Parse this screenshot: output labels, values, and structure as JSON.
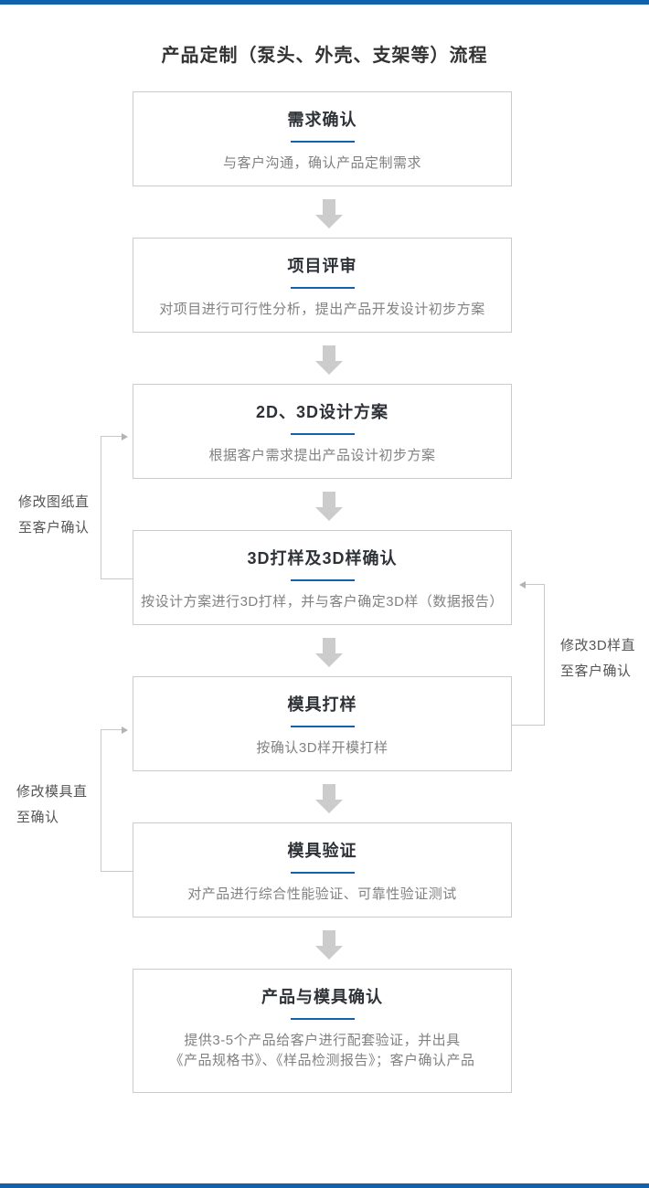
{
  "page": {
    "title": "产品定制（泵头、外壳、支架等）流程",
    "accent_color": "#1261ad",
    "box_border_color": "#cccccc",
    "arrow_color": "#cccccc",
    "connector_color": "#c8c8c8"
  },
  "steps": [
    {
      "title": "需求确认",
      "desc": "与客户沟通，确认产品定制需求"
    },
    {
      "title": "项目评审",
      "desc": "对项目进行可行性分析，提出产品开发设计初步方案"
    },
    {
      "title": "2D、3D设计方案",
      "desc": "根据客户需求提出产品设计初步方案"
    },
    {
      "title": "3D打样及3D样确认",
      "desc": "按设计方案进行3D打样，并与客户确定3D样（数据报告）"
    },
    {
      "title": "模具打样",
      "desc": "按确认3D样开模打样"
    },
    {
      "title": "模具验证",
      "desc": "对产品进行综合性能验证、可靠性验证测试"
    },
    {
      "title": "产品与模具确认",
      "desc": "提供3-5个产品给客户进行配套验证，并出具\n《产品规格书》、《样品检测报告》；客户确认产品"
    }
  ],
  "loops": [
    {
      "label": "修改图纸直\n至客户确认"
    },
    {
      "label": "修改3D样直\n至客户确认"
    },
    {
      "label": "修改模具直\n至确认"
    }
  ]
}
